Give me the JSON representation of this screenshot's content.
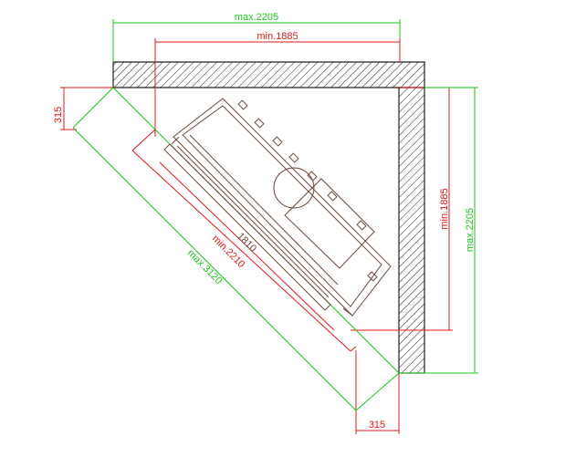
{
  "diagram": {
    "top": {
      "max_label": "max.2205",
      "min_label": "min.1885"
    },
    "right": {
      "min_label": "min.1885",
      "max_label": "max.2205"
    },
    "left_offset_label": "315",
    "bottom_offset_label": "315",
    "diagonal": {
      "unit_label": "1810",
      "min_label": "min.2210",
      "max_label": "max.3120"
    },
    "colors": {
      "max_dimension": "#1ec51e",
      "min_dimension": "#e01818",
      "walls": "#222222",
      "fixture": "#6b4a3a"
    }
  }
}
